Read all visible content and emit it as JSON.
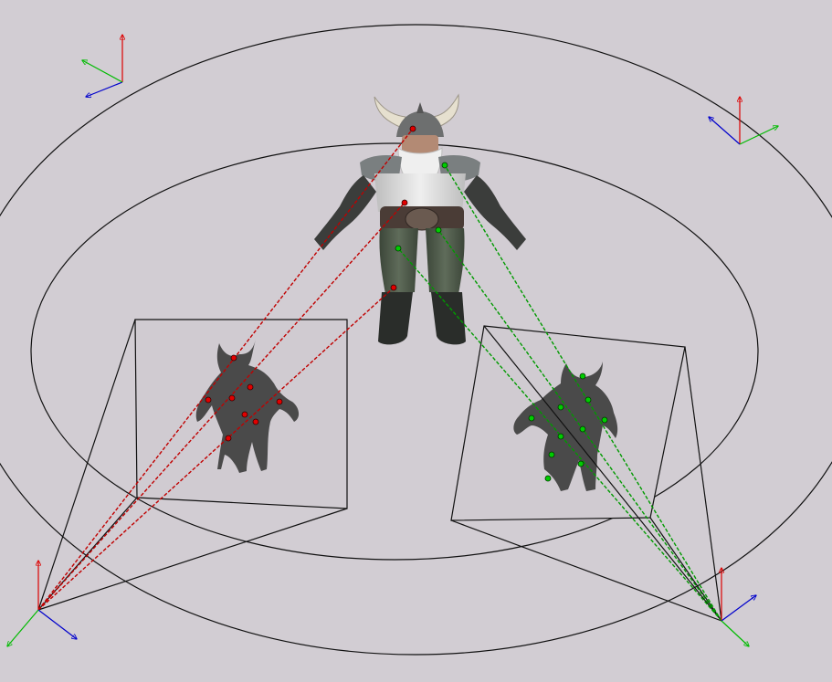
{
  "scene": {
    "colors": {
      "background": "#d2cdd3",
      "orbit": "#111111",
      "frustum": "#111111",
      "image_plane": "#d0cbd1",
      "silhouette": "#4a4a4a",
      "ray_left": "#c00000",
      "point_left": "#e00000",
      "ray_right": "#009a00",
      "point_right": "#00cc00",
      "axis_x": "#0000cc",
      "axis_y": "#00bb00",
      "axis_z": "#dd0000",
      "armor": "#7a7f80",
      "tunic": "#d8d8d8",
      "beard": "#efefef",
      "horn": "#e6e0cf",
      "pants": "#4f5b4c",
      "boots": "#2a2d2a",
      "belt": "#4a3c36",
      "skin": "#b38a74"
    },
    "elements": {
      "subject": "3d-character-viking",
      "left_camera": "camera-left",
      "right_camera": "camera-right",
      "back_left_camera": "camera-back-left",
      "back_right_camera": "camera-back-right"
    }
  }
}
